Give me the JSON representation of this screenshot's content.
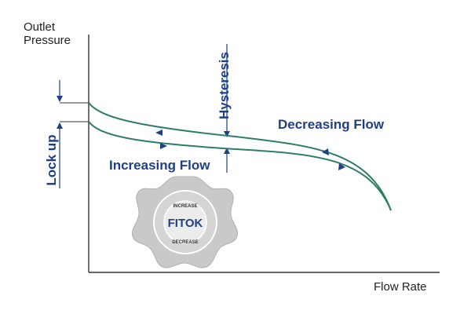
{
  "axes": {
    "y_label_line1": "Outlet",
    "y_label_line2": "Pressure",
    "x_label": "Flow Rate"
  },
  "curves": {
    "decreasing_label": "Decreasing Flow",
    "increasing_label": "Increasing Flow"
  },
  "annotations": {
    "hysteresis": "Hysteresis",
    "lock_up": "Lock up"
  },
  "logo": {
    "brand": "FITOK",
    "ring_top": "INCREASE",
    "ring_bottom": "DECREASE"
  },
  "colors": {
    "curve": "#2e7d6b",
    "label": "#1f3f86",
    "axis": "#333333",
    "logo_metal": "#c9c9c9"
  }
}
